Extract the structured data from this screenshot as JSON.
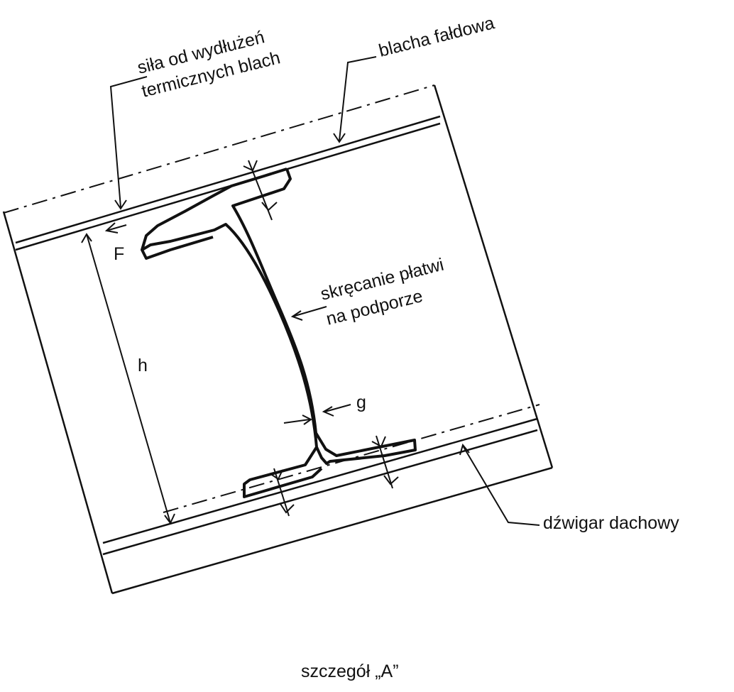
{
  "labels": {
    "thermal_force_line1": "siła od wydłużeń",
    "thermal_force_line2": "termicznych blach",
    "corrugated_sheet": "blacha fałdowa",
    "force": "F",
    "height": "h",
    "twisting_line1": "skręcanie płatwi",
    "twisting_line2": "na podporze",
    "gap": "g",
    "roof_girder": "dźwigar dachowy",
    "caption": "szczegół „A”"
  }
}
